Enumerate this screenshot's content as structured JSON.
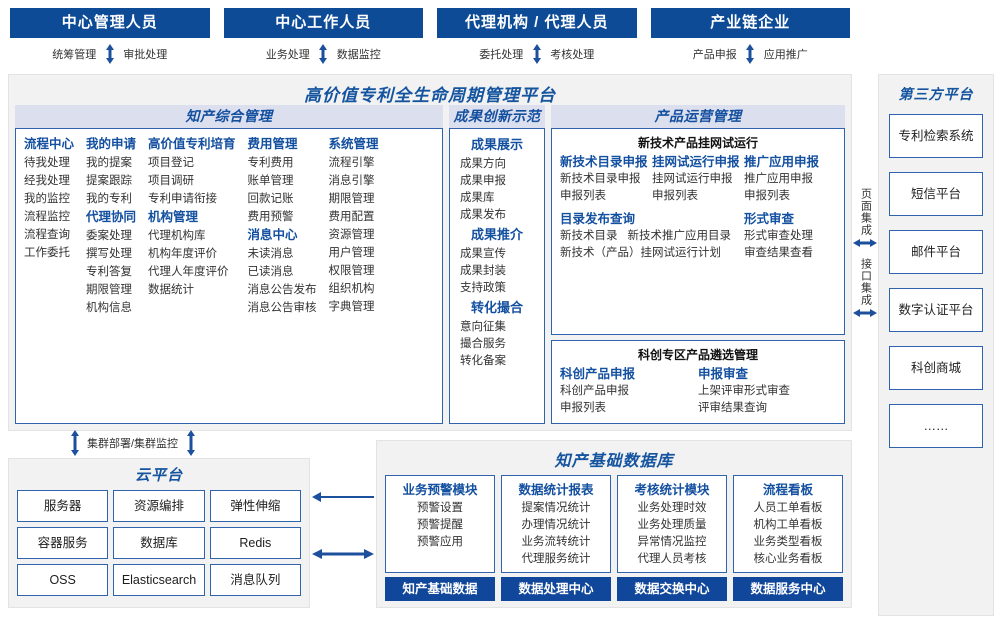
{
  "roles": [
    {
      "title": "中心管理人员",
      "left": "统筹管理",
      "right": "审批处理"
    },
    {
      "title": "中心工作人员",
      "left": "业务处理",
      "right": "数据监控"
    },
    {
      "title": "代理机构 / 代理人员",
      "left": "委托处理",
      "right": "考核处理"
    },
    {
      "title": "产业链企业",
      "left": "产品申报",
      "right": "应用推广"
    }
  ],
  "platform": {
    "title": "高价值专利全生命周期管理平台",
    "ip_panel": {
      "title": "知产综合管理",
      "columns": [
        {
          "groups": [
            {
              "title": "流程中心",
              "items": [
                "待我处理",
                "经我处理",
                "我的监控",
                "流程监控",
                "流程查询",
                "工作委托"
              ]
            }
          ]
        },
        {
          "groups": [
            {
              "title": "我的申请",
              "items": [
                "我的提案",
                "提案跟踪",
                "我的专利"
              ]
            },
            {
              "title": "代理协同",
              "items": [
                "委案处理",
                "撰写处理",
                "专利答复",
                "期限管理",
                "机构信息"
              ]
            }
          ]
        },
        {
          "groups": [
            {
              "title": "高价值专利培育",
              "items": [
                "项目登记",
                "项目调研",
                "专利申请衔接"
              ]
            },
            {
              "title": "机构管理",
              "items": [
                "代理机构库",
                "机构年度评价",
                "代理人年度评价",
                "数据统计"
              ]
            }
          ]
        },
        {
          "groups": [
            {
              "title": "费用管理",
              "items": [
                "专利费用",
                "账单管理",
                "回款记账",
                "费用预警"
              ]
            },
            {
              "title": "消息中心",
              "items": [
                "未读消息",
                "已读消息",
                "消息公告发布",
                "消息公告审核"
              ]
            }
          ]
        },
        {
          "groups": [
            {
              "title": "系统管理",
              "items": [
                "流程引擎",
                "消息引擎",
                "期限管理",
                "费用配置",
                "资源管理",
                "用户管理",
                "权限管理",
                "组织机构",
                "字典管理"
              ]
            }
          ]
        }
      ]
    },
    "achievement_panel": {
      "title": "成果创新示范",
      "groups": [
        {
          "title": "成果展示",
          "items": [
            "成果方向",
            "成果申报",
            "成果库",
            "成果发布"
          ]
        },
        {
          "title": "成果推介",
          "items": [
            "成果宣传",
            "成果封装",
            "支持政策"
          ]
        },
        {
          "title": "转化撮合",
          "items": [
            "意向征集",
            "撮合服务",
            "转化备案"
          ]
        }
      ]
    },
    "ops_panel": {
      "title": "产品运营管理",
      "cards": [
        {
          "title": "新技术产品挂网试运行",
          "columns": [
            {
              "title": "新技术目录申报",
              "items": [
                "新技术目录申报",
                "申报列表"
              ]
            },
            {
              "title": "挂网试运行申报",
              "items": [
                "挂网试运行申报",
                "申报列表"
              ]
            },
            {
              "title": "推广应用申报",
              "items": [
                "推广应用申报",
                "申报列表"
              ]
            }
          ],
          "second_row": [
            {
              "title": "目录发布查询",
              "inline": [
                "新技术目录",
                "新技术推广应用目录"
              ],
              "items": [
                "新技术（产品）挂网试运行计划"
              ]
            },
            {
              "title": "形式审查",
              "items": [
                "形式审查处理",
                "审查结果查看"
              ]
            }
          ]
        },
        {
          "title": "科创专区产品遴选管理",
          "columns": [
            {
              "title": "科创产品申报",
              "items": [
                "科创产品申报",
                "申报列表"
              ]
            },
            {
              "title": "申报审查",
              "items": [
                "上架评审形式审查",
                "评审结果查询"
              ]
            }
          ]
        }
      ]
    }
  },
  "integration": {
    "groups": [
      {
        "label": "页面集成"
      },
      {
        "label": "接口集成"
      }
    ]
  },
  "third_party": {
    "title": "第三方平台",
    "items": [
      "专利检索系统",
      "短信平台",
      "邮件平台",
      "数字认证平台",
      "科创商城",
      "……"
    ]
  },
  "cluster": {
    "label": "集群部署/集群监控"
  },
  "cloud": {
    "title": "云平台",
    "items": [
      "服务器",
      "资源编排",
      "弹性伸缩",
      "容器服务",
      "数据库",
      "Redis",
      "OSS",
      "Elasticsearch",
      "消息队列"
    ]
  },
  "database": {
    "title": "知产基础数据库",
    "columns": [
      {
        "title": "业务预警模块",
        "items": [
          "预警设置",
          "预警提醒",
          "预警应用"
        ],
        "foot": "知产基础数据"
      },
      {
        "title": "数据统计报表",
        "items": [
          "提案情况统计",
          "办理情况统计",
          "业务流转统计",
          "代理服务统计"
        ],
        "foot": "数据处理中心"
      },
      {
        "title": "考核统计模块",
        "items": [
          "业务处理时效",
          "业务处理质量",
          "异常情况监控",
          "代理人员考核"
        ],
        "foot": "数据交换中心"
      },
      {
        "title": "流程看板",
        "items": [
          "人员工单看板",
          "机构工单看板",
          "业务类型看板",
          "核心业务看板"
        ],
        "foot": "数据服务中心"
      }
    ]
  },
  "colors": {
    "header_blue": "#0d4b96",
    "panel_head": "#dcdfee",
    "border_blue": "#2f63ab",
    "title_blue": "#15549f",
    "arrow_blue": "#1c4f9c",
    "bg_gray": "#f2f2f2"
  }
}
